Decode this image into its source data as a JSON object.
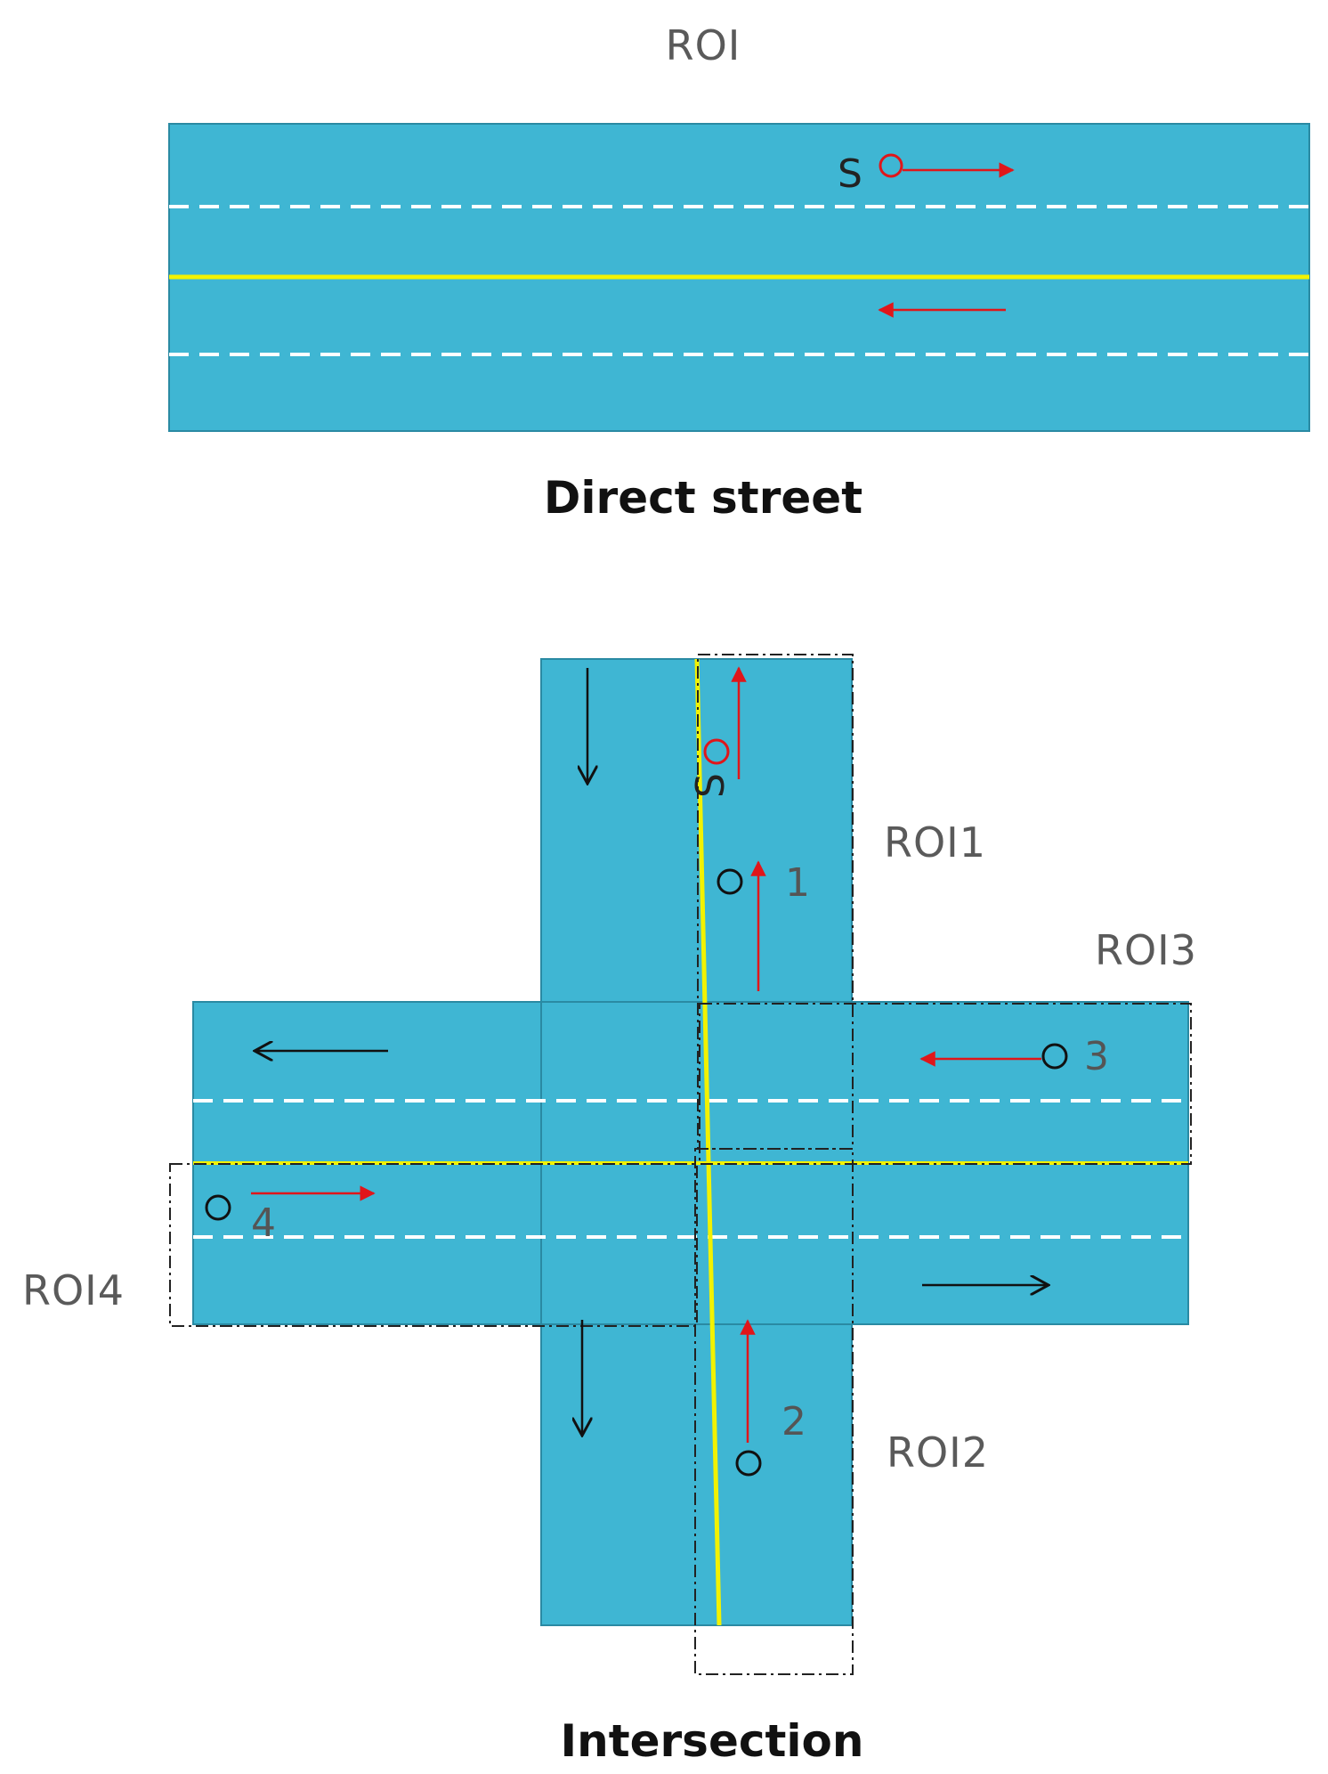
{
  "top_panel": {
    "roi_label": "ROI",
    "caption": "Direct street",
    "source_label": "S"
  },
  "bottom_panel": {
    "caption": "Intersection",
    "roi_labels": {
      "roi1": "ROI1",
      "roi2": "ROI2",
      "roi3": "ROI3",
      "roi4": "ROI4"
    },
    "source_label": "S",
    "node_labels": {
      "n1": "1",
      "n2": "2",
      "n3": "3",
      "n4": "4"
    }
  },
  "colors": {
    "road": "#3fb6d3",
    "road_border": "#2a8aa3",
    "center_line": "#f2f200",
    "lane_dash": "#ffffff",
    "arrow_red": "#e0161a",
    "arrow_black": "#111111",
    "roi_box": "#222222"
  }
}
